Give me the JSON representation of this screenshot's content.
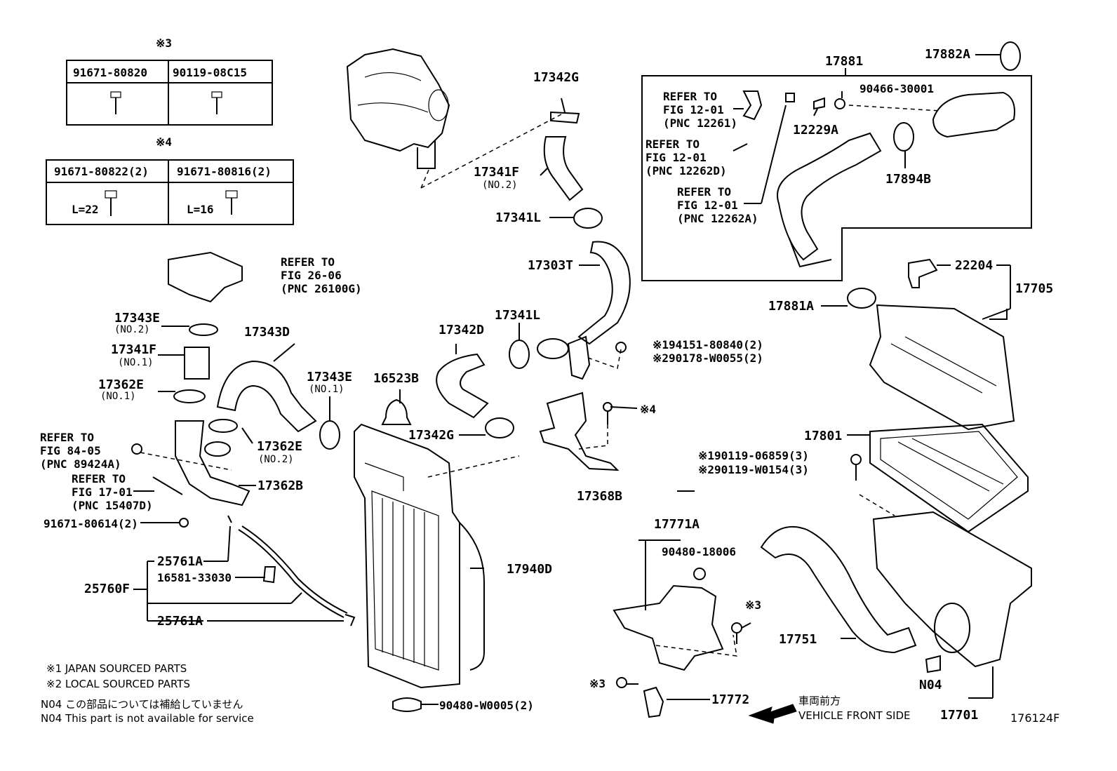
{
  "table3": {
    "mark": "※3",
    "col1": "91671-80820",
    "col2": "90119-08C15"
  },
  "table4": {
    "mark": "※4",
    "col1": "91671-80822(2)",
    "col2": "91671-80816(2)",
    "len1": "L=22",
    "len2": "L=16"
  },
  "refer": {
    "r26": [
      "REFER TO",
      "FIG 26-06",
      "(PNC 26100G)"
    ],
    "r84": [
      "REFER TO",
      "FIG 84-05",
      "(PNC 89424A)"
    ],
    "r17": [
      "REFER TO",
      "FIG 17-01",
      "(PNC 15407D)"
    ],
    "r1261": [
      "REFER TO",
      "FIG 12-01",
      "(PNC 12261)"
    ],
    "r1262d": [
      "REFER TO",
      "FIG 12-01",
      "(PNC 12262D)"
    ],
    "r1262a": [
      "REFER TO",
      "FIG 12-01",
      "(PNC 12262A)"
    ]
  },
  "parts": {
    "p17342G_top": "17342G",
    "p17341F_a": "17341F",
    "p17341F_a_sub": "(NO.2)",
    "p17341L_a": "17341L",
    "p17303T": "17303T",
    "p17341L_b": "17341L",
    "p17342D": "17342D",
    "p17343E_a": "17343E",
    "p17343E_a_sub": "(NO.2)",
    "p17341F_b": "17341F",
    "p17341F_b_sub": "(NO.1)",
    "p17362E_a": "17362E",
    "p17362E_a_sub": "(NO.1)",
    "p17343D": "17343D",
    "p17343E_b": "17343E",
    "p17343E_b_sub": "(NO.1)",
    "p16523B": "16523B",
    "p17342G_b": "17342G",
    "p17362E_b": "17362E",
    "p17362E_b_sub": "(NO.2)",
    "p17362B": "17362B",
    "p91671_80614": "91671-80614(2)",
    "p25761A_a": "25761A",
    "p16581_33030": "16581-33030",
    "p25760F": "25760F",
    "p25761A_b": "25761A",
    "p17940D": "17940D",
    "p90480_W0005": "90480-W0005(2)",
    "p194151": "※194151-80840(2)",
    "p290178": "※290178-W0055(2)",
    "p4mark": "※4",
    "p17368B": "17368B",
    "p17771A": "17771A",
    "p90480_18006": "90480-18006",
    "p3mark_a": "※3",
    "p3mark_b": "※3",
    "p17772": "17772",
    "p17881": "17881",
    "p17882A": "17882A",
    "p90466": "90466-30001",
    "p12229A": "12229A",
    "p17894B": "17894B",
    "p22204": "22204",
    "p17705": "17705",
    "p17881A": "17881A",
    "p17801": "17801",
    "p190119": "※190119-06859(3)",
    "p290119": "※290119-W0154(3)",
    "p17751": "17751",
    "pN04": "N04",
    "p17701": "17701",
    "fig_code": "176124F"
  },
  "notes": {
    "n1": "※1 JAPAN SOURCED PARTS",
    "n2": "※2 LOCAL SOURCED PARTS",
    "n3_code": "N04",
    "n3_text": "この部品については補給していません",
    "n4_code": "N04",
    "n4_text": "This part is not available for service"
  },
  "front": {
    "jp": "車両前方",
    "en": "VEHICLE FRONT SIDE"
  }
}
